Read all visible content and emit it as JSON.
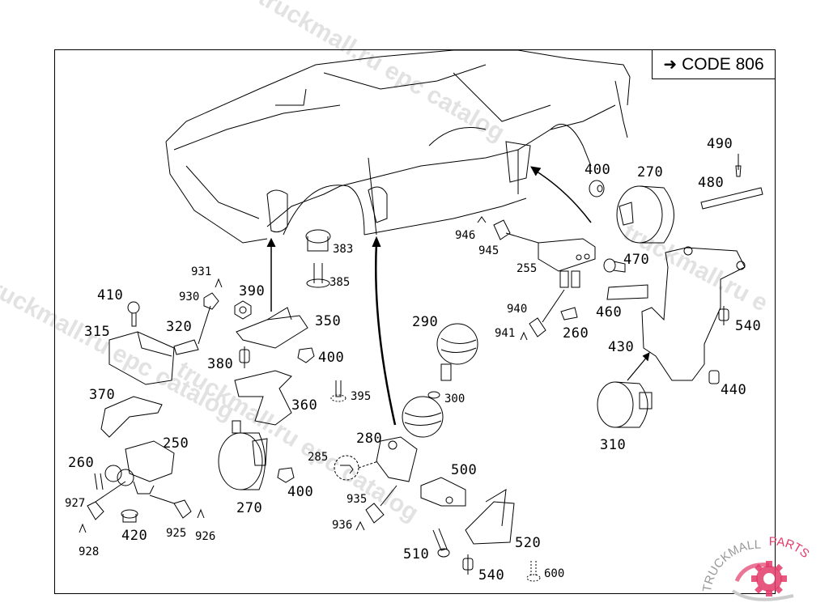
{
  "code_label": "CODE 806",
  "code_arrow_icon": "arrow-right-icon",
  "watermarks": [
    "truckmall.ru epc catalog",
    "truckmall.ru epc catalog",
    "truckmall.ru epc catalog"
  ],
  "logo": {
    "text_left": "TRUCKMALL",
    "text_right": "PARTS",
    "color": "#e23b6a"
  },
  "part_labels": [
    {
      "id": "p490",
      "text": "490"
    },
    {
      "id": "p480",
      "text": "480"
    },
    {
      "id": "p400a",
      "text": "400"
    },
    {
      "id": "p270a",
      "text": "270"
    },
    {
      "id": "p946",
      "text": "946"
    },
    {
      "id": "p945",
      "text": "945"
    },
    {
      "id": "p255",
      "text": "255"
    },
    {
      "id": "p470",
      "text": "470"
    },
    {
      "id": "p460",
      "text": "460"
    },
    {
      "id": "p940",
      "text": "940"
    },
    {
      "id": "p941",
      "text": "941"
    },
    {
      "id": "p260a",
      "text": "260"
    },
    {
      "id": "p540a",
      "text": "540"
    },
    {
      "id": "p430",
      "text": "430"
    },
    {
      "id": "p440",
      "text": "440"
    },
    {
      "id": "p310",
      "text": "310"
    },
    {
      "id": "p383",
      "text": "383"
    },
    {
      "id": "p385",
      "text": "385"
    },
    {
      "id": "p931",
      "text": "931"
    },
    {
      "id": "p930",
      "text": "930"
    },
    {
      "id": "p410",
      "text": "410"
    },
    {
      "id": "p390",
      "text": "390"
    },
    {
      "id": "p315",
      "text": "315"
    },
    {
      "id": "p320",
      "text": "320"
    },
    {
      "id": "p350",
      "text": "350"
    },
    {
      "id": "p380",
      "text": "380"
    },
    {
      "id": "p400b",
      "text": "400"
    },
    {
      "id": "p290",
      "text": "290"
    },
    {
      "id": "p395",
      "text": "395"
    },
    {
      "id": "p300",
      "text": "300"
    },
    {
      "id": "p370",
      "text": "370"
    },
    {
      "id": "p360",
      "text": "360"
    },
    {
      "id": "p250",
      "text": "250"
    },
    {
      "id": "p280",
      "text": "280"
    },
    {
      "id": "p260b",
      "text": "260"
    },
    {
      "id": "p285",
      "text": "285"
    },
    {
      "id": "p500",
      "text": "500"
    },
    {
      "id": "p927",
      "text": "927"
    },
    {
      "id": "p270b",
      "text": "270"
    },
    {
      "id": "p400c",
      "text": "400"
    },
    {
      "id": "p935",
      "text": "935"
    },
    {
      "id": "p420",
      "text": "420"
    },
    {
      "id": "p925",
      "text": "925"
    },
    {
      "id": "p926",
      "text": "926"
    },
    {
      "id": "p936",
      "text": "936"
    },
    {
      "id": "p520",
      "text": "520"
    },
    {
      "id": "p928",
      "text": "928"
    },
    {
      "id": "p510",
      "text": "510"
    },
    {
      "id": "p540b",
      "text": "540"
    },
    {
      "id": "p600",
      "text": "600"
    }
  ]
}
